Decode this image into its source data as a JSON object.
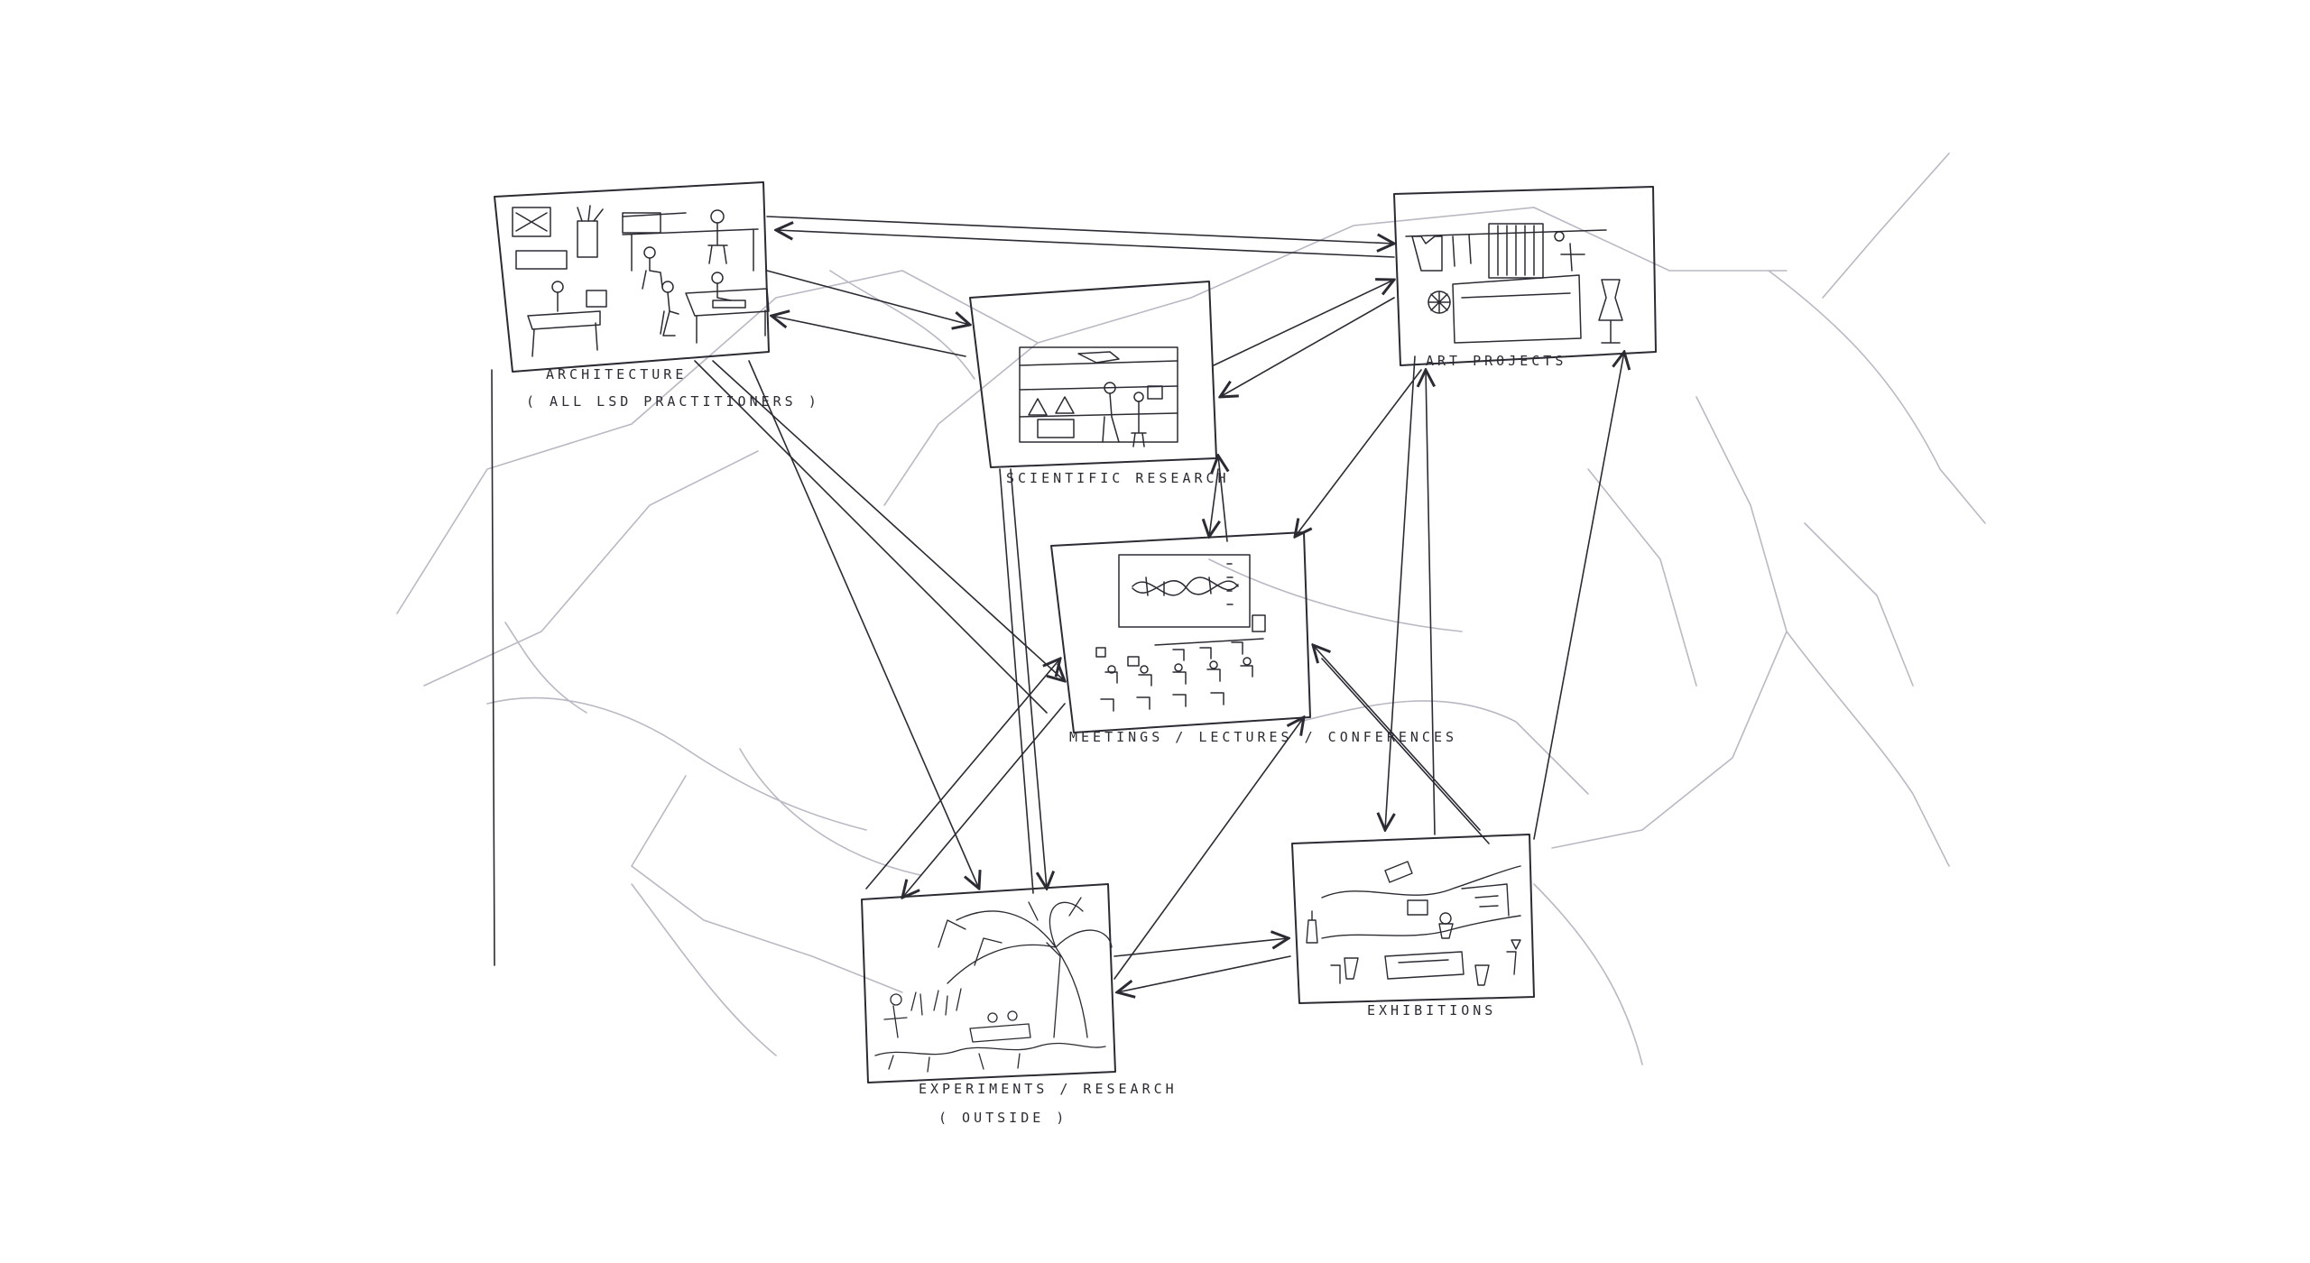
{
  "diagram": {
    "nodes": [
      {
        "id": "architecture",
        "lines": [
          "ARCHITECTURE",
          "( ALL LSD PRACTITIONERS )"
        ]
      },
      {
        "id": "scientific",
        "lines": [
          "SCIENTIFIC RESEARCH"
        ]
      },
      {
        "id": "art",
        "lines": [
          "ART PROJECTS"
        ]
      },
      {
        "id": "meetings",
        "lines": [
          "MEETINGS / LECTURES / CONFERENCES"
        ]
      },
      {
        "id": "experiments",
        "lines": [
          "EXPERIMENTS / RESEARCH",
          "( OUTSIDE )"
        ]
      },
      {
        "id": "exhibitions",
        "lines": [
          "EXHIBITIONS"
        ]
      }
    ]
  }
}
